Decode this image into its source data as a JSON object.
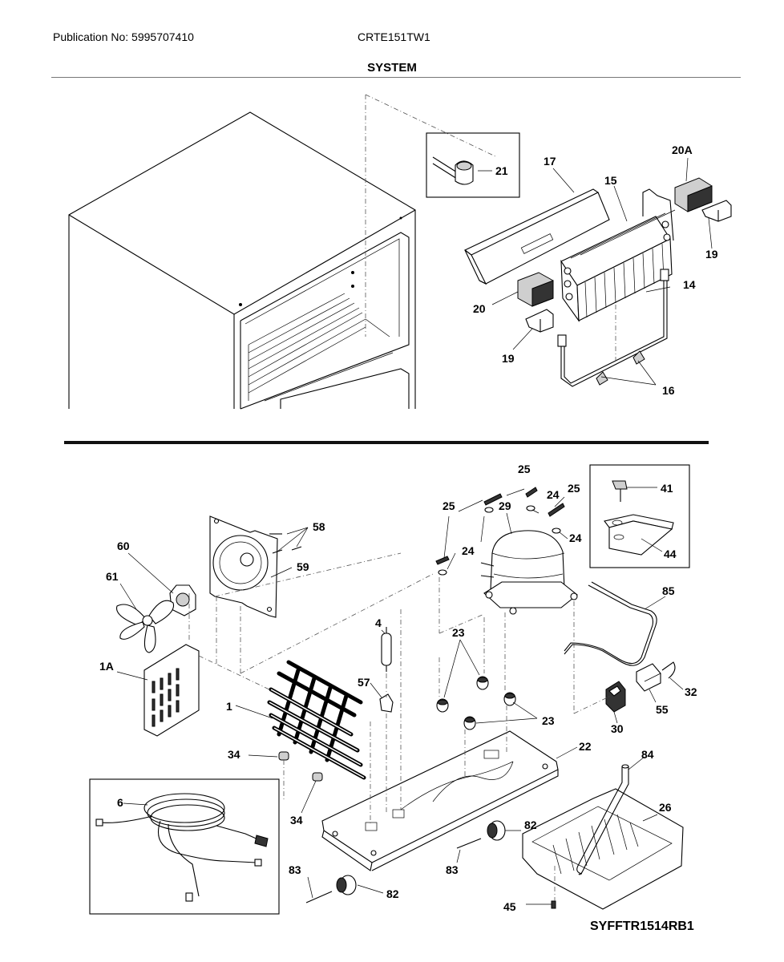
{
  "header": {
    "publication": "Publication No: 5995707410",
    "model": "CRTE151TW1",
    "section": "SYSTEM"
  },
  "footer": {
    "diagram_code": "SYFFTR1514RB1"
  },
  "labels": {
    "p21": "21",
    "p17": "17",
    "p15": "15",
    "p20A": "20A",
    "p19a": "19",
    "p14": "14",
    "p20": "20",
    "p19b": "19",
    "p16": "16",
    "p25a": "25",
    "p25b": "25",
    "p25c": "25",
    "p24a": "24",
    "p24b": "24",
    "p24c": "24",
    "p29": "29",
    "p41": "41",
    "p44": "44",
    "p58": "58",
    "p60": "60",
    "p59": "59",
    "p61": "61",
    "p4": "4",
    "p85": "85",
    "p1A": "1A",
    "p23a": "23",
    "p23b": "23",
    "p57": "57",
    "p1": "1",
    "p32": "32",
    "p55": "55",
    "p30": "30",
    "p34a": "34",
    "p34b": "34",
    "p22": "22",
    "p84": "84",
    "p26": "26",
    "p6": "6",
    "p82a": "82",
    "p83a": "83",
    "p83b": "83",
    "p82b": "82",
    "p45": "45"
  }
}
